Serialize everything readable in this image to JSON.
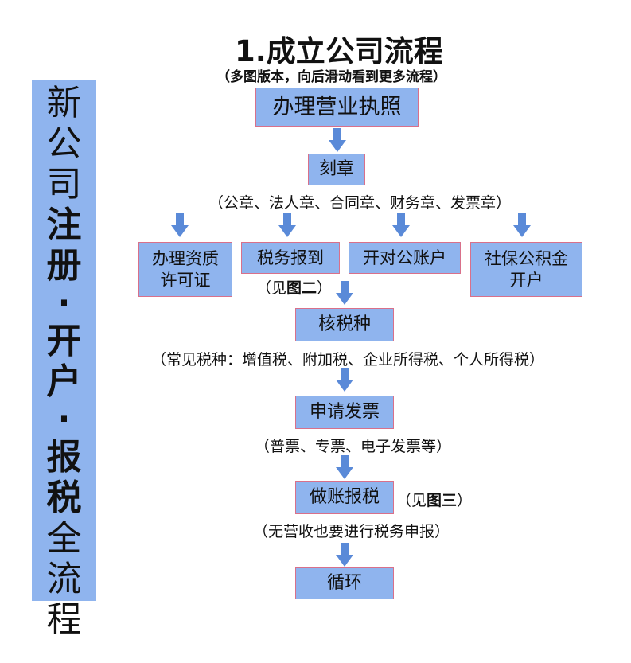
{
  "title": "1.成立公司流程",
  "subtitle": "（多图版本，向后滑动看到更多流程）",
  "sidebar_chars": [
    {
      "t": "新",
      "b": false
    },
    {
      "t": "公",
      "b": false
    },
    {
      "t": "司",
      "b": false
    },
    {
      "t": "注",
      "b": true
    },
    {
      "t": "册",
      "b": true
    },
    {
      "t": "·",
      "b": true
    },
    {
      "t": "开",
      "b": true
    },
    {
      "t": "户",
      "b": true
    },
    {
      "t": "·",
      "b": true
    },
    {
      "t": "报",
      "b": true
    },
    {
      "t": "税",
      "b": true
    },
    {
      "t": "全",
      "b": false
    },
    {
      "t": "流",
      "b": false
    },
    {
      "t": "程",
      "b": false
    }
  ],
  "steps": {
    "business_license": "办理营业执照",
    "seal": "刻章",
    "qualification": "办理资质\n许可证",
    "tax_registration": "税务报到",
    "bank_account": "开对公账户",
    "social_security": "社保公积金\n开户",
    "tax_types": "核税种",
    "invoice": "申请发票",
    "bookkeeping": "做账报税",
    "cycle": "循环"
  },
  "notes": {
    "seal_types": "（公章、法人章、合同章、财务章、发票章）",
    "see_fig2_prefix": "（见",
    "see_fig2_bold": "图二",
    "see_fig2_suffix": "）",
    "tax_types": "（常见税种：增值税、附加税、企业所得税、个人所得税）",
    "invoice_types": "（普票、专票、电子发票等）",
    "see_fig3_prefix": "（见",
    "see_fig3_bold": "图三",
    "see_fig3_suffix": "）",
    "no_revenue": "（无营收也要进行税务申报）"
  },
  "colors": {
    "box_fill": "#8fb4ee",
    "box_border": "#d9708a",
    "arrow_fill": "#5a8ad8"
  }
}
